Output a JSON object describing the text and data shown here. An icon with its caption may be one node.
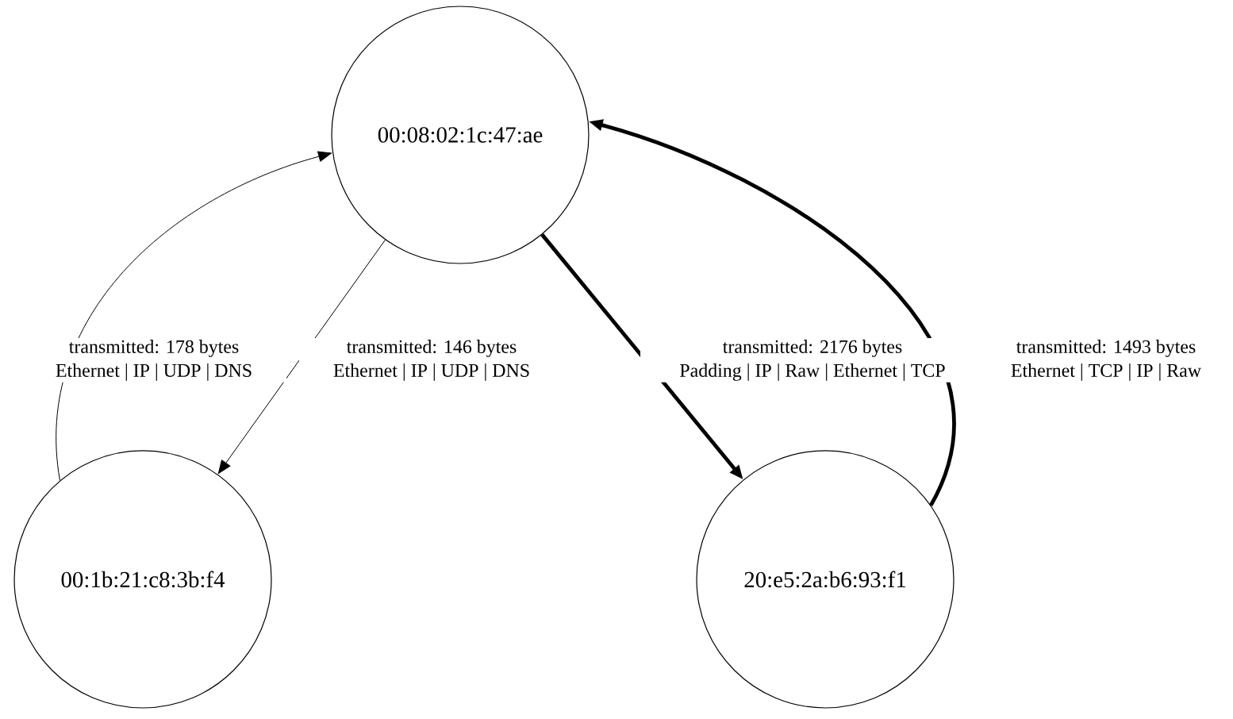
{
  "diagram": {
    "nodes": [
      {
        "text": [
          "00:08:02:1c:47:ae"
        ]
      },
      {
        "text": [
          "00:1b:21:c8:3b:f4"
        ]
      },
      {
        "text": [
          "20:e5:2a:b6:93:f1"
        ]
      }
    ],
    "edges": [
      {
        "from": 1,
        "to": 0,
        "arrow": "to",
        "label": "transmitted: 178 bytes Ethernet | IP | UDP | DNS"
      },
      {
        "from": 0,
        "to": 1,
        "arrow": "to",
        "label": "transmitted: 146 bytes Ethernet | IP | UDP | DNS"
      },
      {
        "from": 0,
        "to": 2,
        "arrow": "to",
        "style": "thick",
        "label": "transmitted: 2176 bytes Padding | IP | Raw | Ethernet | TCP"
      },
      {
        "from": 2,
        "to": 0,
        "arrow": "to",
        "style": "thick",
        "label": "transmitted: 1493 bytes Ethernet | TCP | IP | Raw"
      }
    ]
  }
}
